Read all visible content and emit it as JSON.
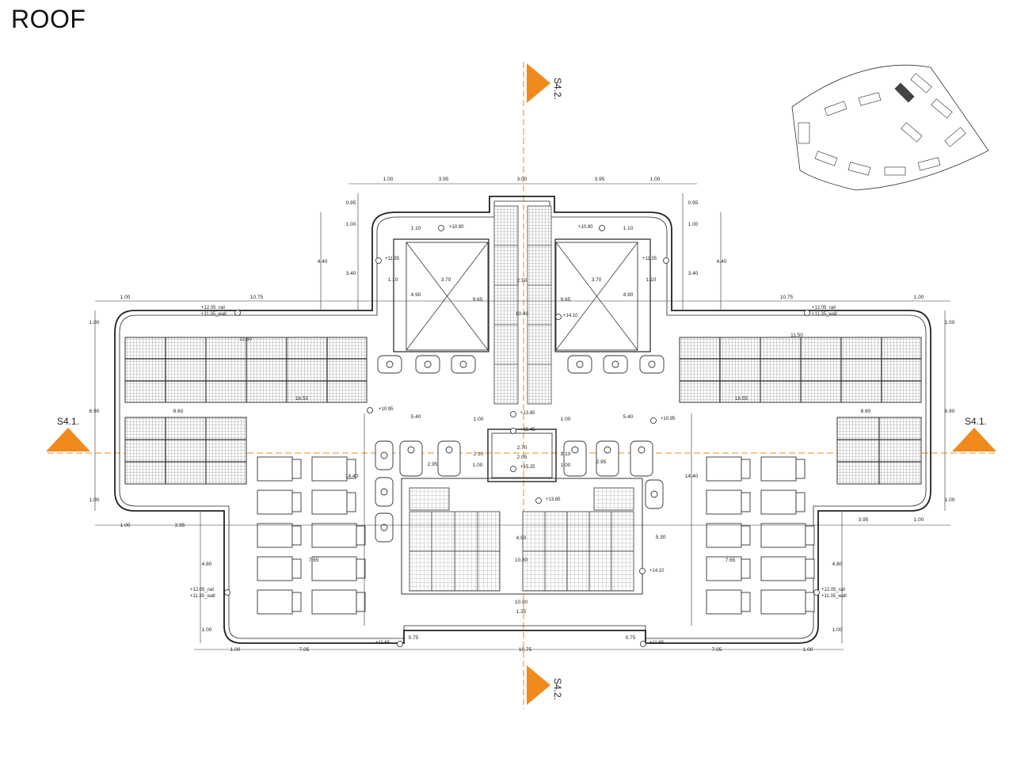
{
  "title": "ROOF",
  "colors": {
    "section_marker": "#f08a1c",
    "line": "#222222",
    "background": "#ffffff"
  },
  "section_markers": {
    "s41": "S4.1.",
    "s42": "S4.2."
  },
  "dimensions": {
    "top": [
      "1.00",
      "3.95",
      "3.00",
      "3.95",
      "1.00"
    ],
    "top_side": [
      "0.95",
      "1.00",
      "4.40",
      "3.40"
    ],
    "wing_top": [
      "1.00",
      "10.75",
      "10.75",
      "1.00"
    ],
    "tower": [
      "1.10",
      "3.70",
      "1.10",
      "4.90",
      "9.65",
      "2.50",
      "10.40"
    ],
    "side": [
      "1.00",
      "6.90",
      "1.00",
      "14.40"
    ],
    "wing_inner": [
      "11.50",
      "16.55",
      "8.60",
      "5.40",
      "1.00",
      "2.70",
      "2.05",
      "2.10",
      "2.95",
      "1.00"
    ],
    "lower": [
      "3.95",
      "4.80",
      "7.65",
      "4.90",
      "10.30",
      "5.30",
      "10.90",
      "1.35",
      "1.00",
      "7.05",
      "10.75",
      "0.75"
    ]
  },
  "levels": {
    "rail": "+12.05_rail",
    "wall": "+11.35_wall",
    "l1080": "+10.80",
    "l1135": "+11.35",
    "l1410": "+14.10",
    "l1095": "+10.95",
    "l1385": "+13.85",
    "l1545": "+15.45",
    "l1525": "+15.25",
    "l1165": "+11.65"
  }
}
